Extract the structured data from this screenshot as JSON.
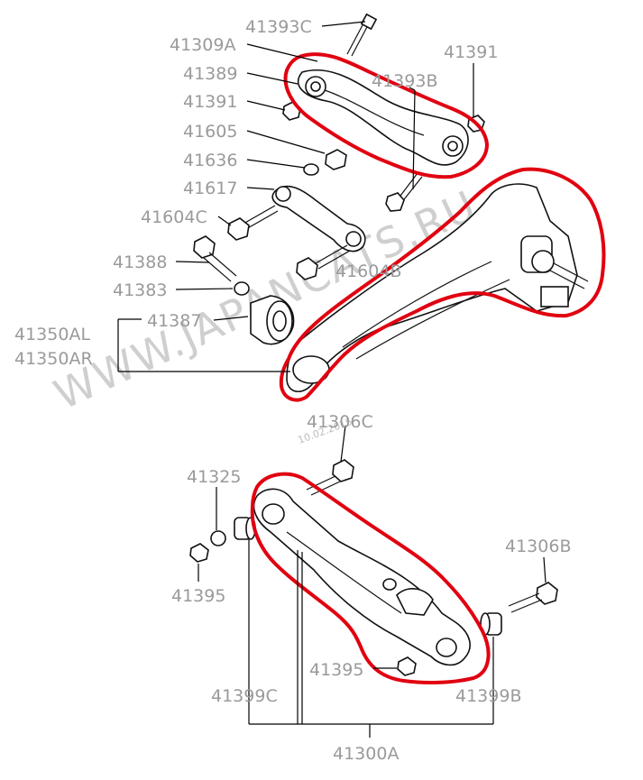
{
  "watermark": "WWW.JAPANCATS.RU",
  "date_stamp": "10.02.2015",
  "highlight_color": "#e10010",
  "labels": {
    "p41393C": "41393C",
    "p41309A": "41309A",
    "p41389": "41389",
    "p41391_left": "41391",
    "p41391_right": "41391",
    "p41393B": "41393B",
    "p41605": "41605",
    "p41636": "41636",
    "p41617": "41617",
    "p41604C": "41604C",
    "p41604B": "41604B",
    "p41388": "41388",
    "p41383": "41383",
    "p41387": "41387",
    "p41350AL": "41350AL",
    "p41350AR": "41350AR",
    "p41306C": "41306C",
    "p41325": "41325",
    "p41395_left": "41395",
    "p41395_bottom": "41395",
    "p41306B": "41306B",
    "p41399C": "41399C",
    "p41399B": "41399B",
    "p41300A": "41300A"
  }
}
